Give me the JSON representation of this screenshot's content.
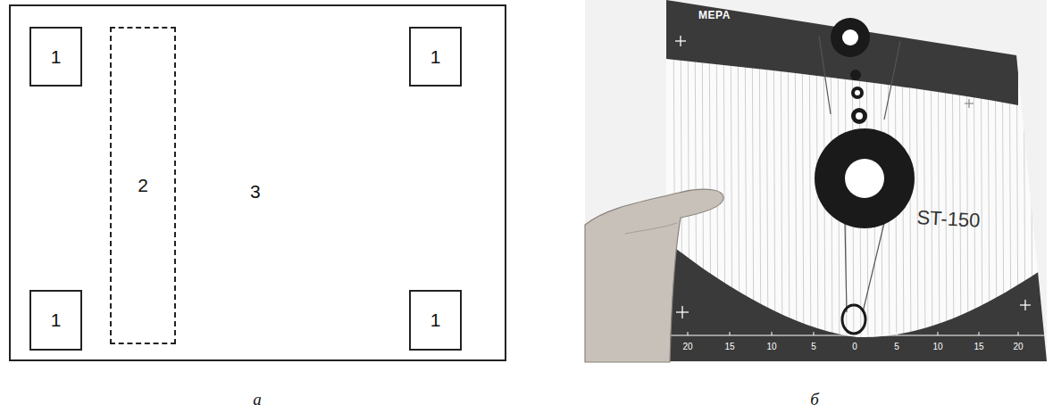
{
  "diagram": {
    "nodes": [
      {
        "text": [
          "3"
        ]
      },
      {
        "text": [
          "1"
        ],
        "in": 0
      },
      {
        "text": [
          "2"
        ],
        "in": 0
      },
      {
        "text": [
          "1"
        ],
        "in": 0
      },
      {
        "text": [
          "1"
        ],
        "in": 0
      },
      {
        "text": [
          "1"
        ],
        "in": 0
      }
    ],
    "labels": [
      "а",
      "б",
      "MEPA",
      "ST-150",
      "20",
      "15",
      "10",
      "5",
      "0",
      "5",
      "10",
      "15",
      "20"
    ]
  }
}
